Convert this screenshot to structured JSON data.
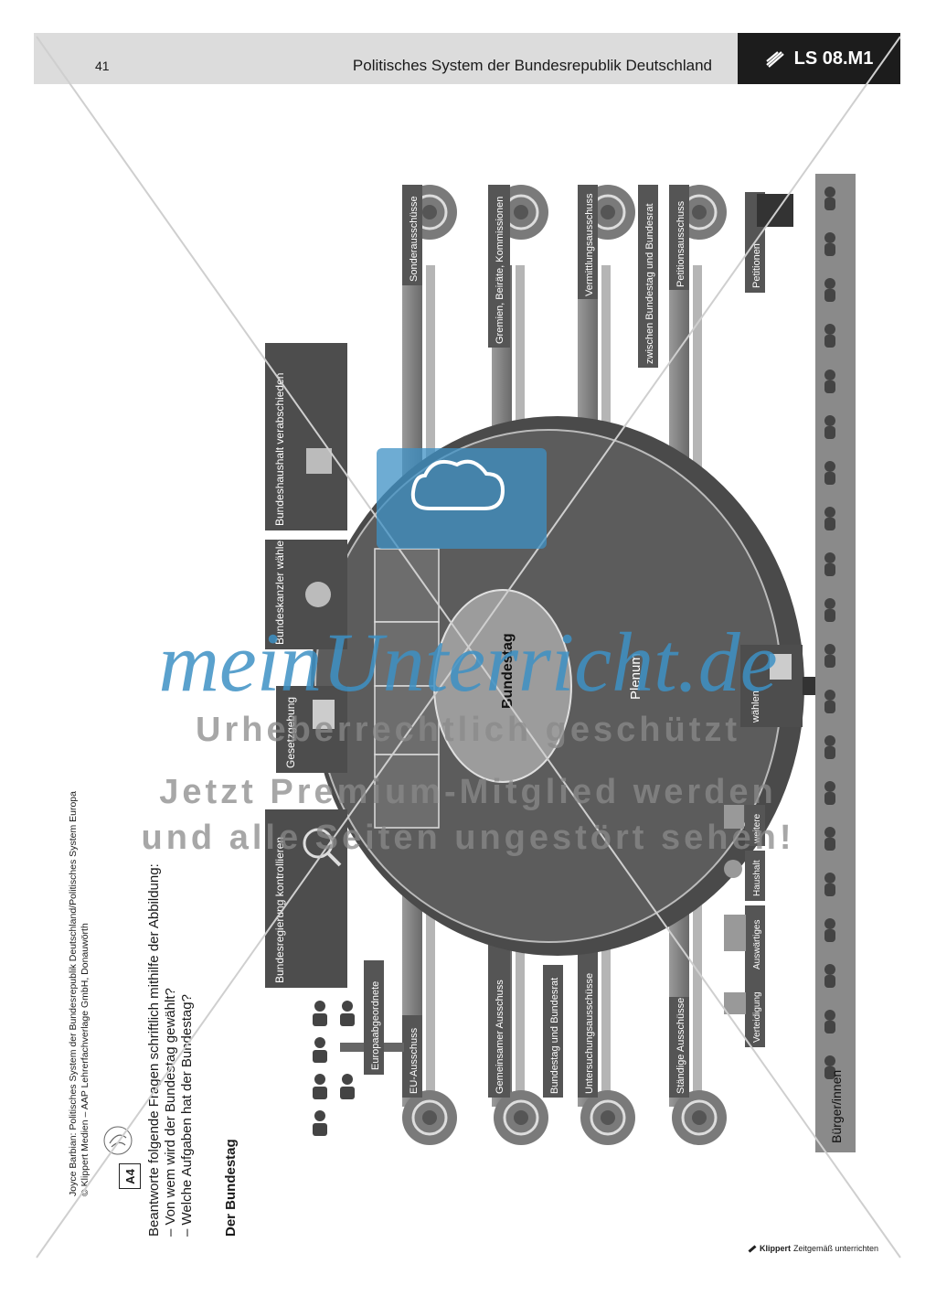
{
  "header": {
    "page_number": "41",
    "title": "Politisches System der Bundesrepublik Deutschland",
    "code": "LS 08.M1"
  },
  "copyright": {
    "line1": "Joyce Barbian: Politisches System der Bundesrepublik Deutschland/Politisches System Europa",
    "line2": "© Klippert Medien – AAP Lehrerfachverlage GmbH, Donauwörth"
  },
  "task": {
    "label": "A4",
    "intro": "Beantworte folgende Fragen schriftlich mithilfe der Abbildung:",
    "q1": "– Von wem wird der Bundestag gewählt?",
    "q2": "– Welche Aufgaben hat der Bundestag?"
  },
  "section_heading": "Der Bundestag",
  "diagram": {
    "center_label": "Bundestag",
    "plenum_label": "Plenum",
    "tasks": [
      "Bundesregierung kontrollieren",
      "Gesetzgebung",
      "Bundeskanzler wählen",
      "Bundeshaushalt verabschieden"
    ],
    "left_committees": [
      "EU-Ausschuss",
      "Gemeinsamer Ausschuss",
      "Bundestag und Bundesrat",
      "Untersuchungsausschüsse",
      "Ständige Ausschüsse"
    ],
    "right_committees": [
      "Sonderausschüsse",
      "Gremien, Beiräte, Kommissionen",
      "Vermittlungsausschuss",
      "zwischen Bundestag und Bundesrat",
      "Petitionsausschuss"
    ],
    "europa_label": "Europaabgeordnete",
    "petitionen_label": "Petitionen",
    "waehlen_label": "wählen",
    "standing": [
      "Verteidigung",
      "Auswärtiges",
      "Haushalt",
      "weitere"
    ],
    "buerger_label": "Bürger/innen"
  },
  "watermark": {
    "brand": "meinUnterricht.de",
    "line1": "Urheberrechtlich geschützt",
    "line2": "Jetzt Premium-Mitglied werden",
    "line3": "und alle Seiten ungestört sehen!"
  },
  "footer": {
    "brand": "Klippert",
    "tagline": "Zeitgemäß unterrichten"
  }
}
